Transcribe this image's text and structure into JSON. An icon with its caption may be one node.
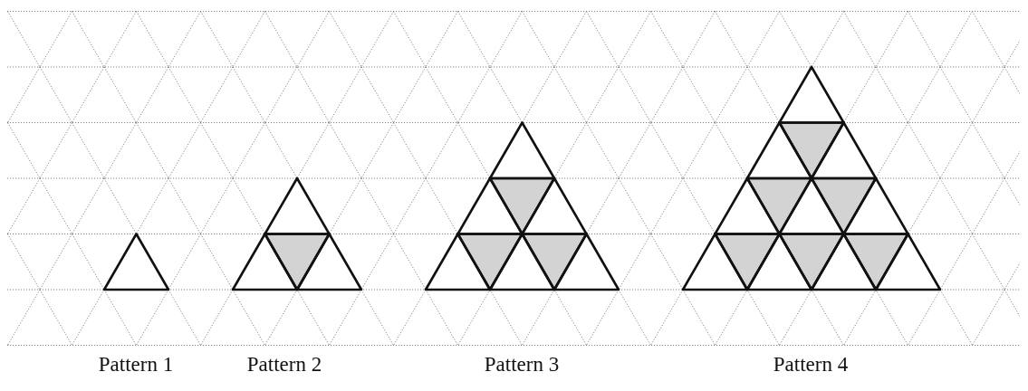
{
  "diagram": {
    "labels": [
      "Pattern 1",
      "Pattern 2",
      "Pattern 3",
      "Pattern 4"
    ]
  }
}
